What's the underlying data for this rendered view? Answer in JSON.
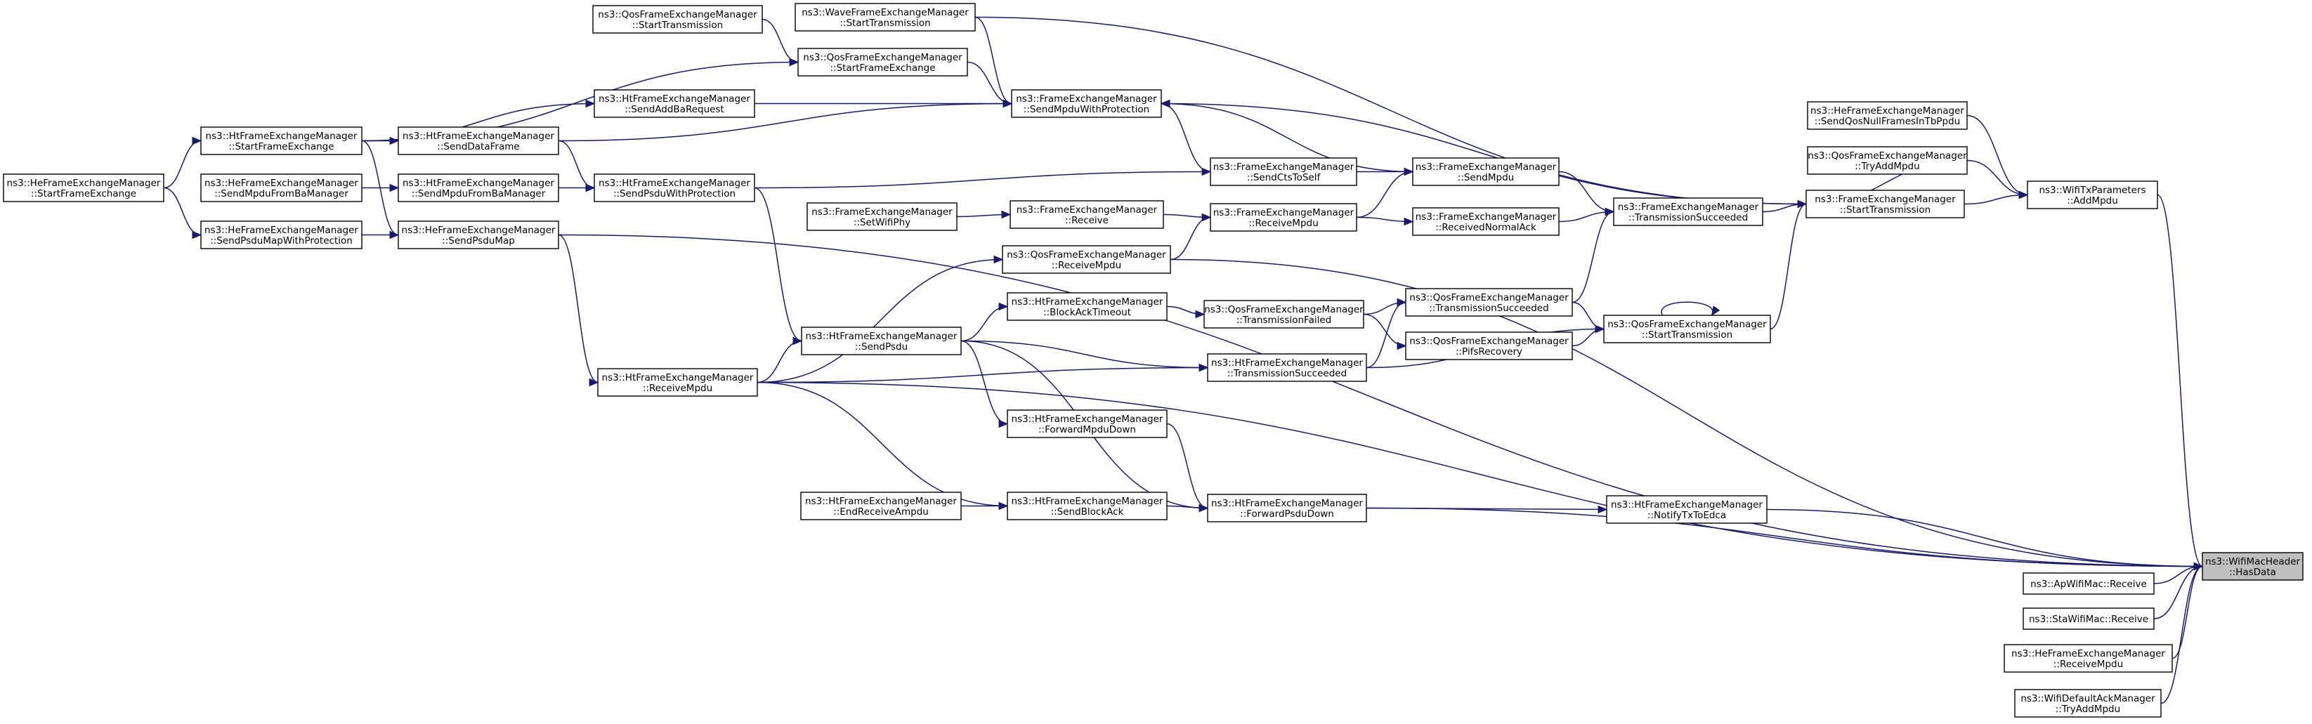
{
  "graph": {
    "title": "",
    "nodes": [
      {
        "id": "target",
        "lines": [
          "ns3::WifiMacHeader",
          "::HasData"
        ],
        "highlight": true
      },
      {
        "id": "ap_recv",
        "lines": [
          "ns3::ApWifiMac::Receive"
        ]
      },
      {
        "id": "sta_recv",
        "lines": [
          "ns3::StaWifiMac::Receive"
        ]
      },
      {
        "id": "he_recvmpdu",
        "lines": [
          "ns3::HeFrameExchangeManager",
          "::ReceiveMpdu"
        ]
      },
      {
        "id": "wdam_tryadd",
        "lines": [
          "ns3::WifiDefaultAckManager",
          "::TryAddMpdu"
        ]
      },
      {
        "id": "txparams_add",
        "lines": [
          "ns3::WifiTxParameters",
          "::AddMpdu"
        ]
      },
      {
        "id": "he_sendqos",
        "lines": [
          "ns3::HeFrameExchangeManager",
          "::SendQosNullFramesInTbPpdu"
        ]
      },
      {
        "id": "qos_tryadd",
        "lines": [
          "ns3::QosFrameExchangeManager",
          "::TryAddMpdu"
        ]
      },
      {
        "id": "fem_start",
        "lines": [
          "ns3::FrameExchangeManager",
          "::StartTransmission"
        ]
      },
      {
        "id": "fem_txsucc",
        "lines": [
          "ns3::FrameExchangeManager",
          "::TransmissionSucceeded"
        ]
      },
      {
        "id": "qos_start",
        "lines": [
          "ns3::QosFrameExchangeManager",
          "::StartTransmission"
        ]
      },
      {
        "id": "ht_notify",
        "lines": [
          "ns3::HtFrameExchangeManager",
          "::NotifyTxToEdca"
        ]
      },
      {
        "id": "fem_sendmpdu",
        "lines": [
          "ns3::FrameExchangeManager",
          "::SendMpdu"
        ]
      },
      {
        "id": "fem_recvack",
        "lines": [
          "ns3::FrameExchangeManager",
          "::ReceivedNormalAck"
        ]
      },
      {
        "id": "qos_txsucc",
        "lines": [
          "ns3::QosFrameExchangeManager",
          "::TransmissionSucceeded"
        ]
      },
      {
        "id": "qos_pifs",
        "lines": [
          "ns3::QosFrameExchangeManager",
          "::PifsRecovery"
        ]
      },
      {
        "id": "fem_sendcts",
        "lines": [
          "ns3::FrameExchangeManager",
          "::SendCtsToSelf"
        ]
      },
      {
        "id": "fem_recvmpdu",
        "lines": [
          "ns3::FrameExchangeManager",
          "::ReceiveMpdu"
        ]
      },
      {
        "id": "qos_txfail",
        "lines": [
          "ns3::QosFrameExchangeManager",
          "::TransmissionFailed"
        ]
      },
      {
        "id": "ht_txsucc",
        "lines": [
          "ns3::HtFrameExchangeManager",
          "::TransmissionSucceeded"
        ]
      },
      {
        "id": "ht_fwdpsdu",
        "lines": [
          "ns3::HtFrameExchangeManager",
          "::ForwardPsduDown"
        ]
      },
      {
        "id": "wave_start",
        "lines": [
          "ns3::WaveFrameExchangeManager",
          "::StartTransmission"
        ]
      },
      {
        "id": "fem_sendprot",
        "lines": [
          "ns3::FrameExchangeManager",
          "::SendMpduWithProtection"
        ]
      },
      {
        "id": "fem_receive",
        "lines": [
          "ns3::FrameExchangeManager",
          "::Receive"
        ]
      },
      {
        "id": "qos_recvmpdu",
        "lines": [
          "ns3::QosFrameExchangeManager",
          "::ReceiveMpdu"
        ]
      },
      {
        "id": "ht_bato",
        "lines": [
          "ns3::HtFrameExchangeManager",
          "::BlockAckTimeout"
        ]
      },
      {
        "id": "ht_fwdmpdu",
        "lines": [
          "ns3::HtFrameExchangeManager",
          "::ForwardMpduDown"
        ]
      },
      {
        "id": "ht_sendba",
        "lines": [
          "ns3::HtFrameExchangeManager",
          "::SendBlockAck"
        ]
      },
      {
        "id": "qos_startfe",
        "lines": [
          "ns3::QosFrameExchangeManager",
          "::StartFrameExchange"
        ]
      },
      {
        "id": "qos_start2",
        "lines": [
          "ns3::QosFrameExchangeManager",
          "::StartTransmission"
        ]
      },
      {
        "id": "fem_setphy",
        "lines": [
          "ns3::FrameExchangeManager",
          "::SetWifiPhy"
        ]
      },
      {
        "id": "ht_endrecv",
        "lines": [
          "ns3::HtFrameExchangeManager",
          "::EndReceiveAmpdu"
        ]
      },
      {
        "id": "ht_sendpsdu",
        "lines": [
          "ns3::HtFrameExchangeManager",
          "::SendPsdu"
        ]
      },
      {
        "id": "ht_addba",
        "lines": [
          "ns3::HtFrameExchangeManager",
          "::SendAddBaRequest"
        ]
      },
      {
        "id": "ht_sendpsduprot",
        "lines": [
          "ns3::HtFrameExchangeManager",
          "::SendPsduWithProtection"
        ]
      },
      {
        "id": "ht_recvmpdu",
        "lines": [
          "ns3::HtFrameExchangeManager",
          "::ReceiveMpdu"
        ]
      },
      {
        "id": "ht_senddata",
        "lines": [
          "ns3::HtFrameExchangeManager",
          "::SendDataFrame"
        ]
      },
      {
        "id": "ht_sendfromba",
        "lines": [
          "ns3::HtFrameExchangeManager",
          "::SendMpduFromBaManager"
        ]
      },
      {
        "id": "he_sendpsdumap",
        "lines": [
          "ns3::HeFrameExchangeManager",
          "::SendPsduMap"
        ]
      },
      {
        "id": "ht_startfe",
        "lines": [
          "ns3::HtFrameExchangeManager",
          "::StartFrameExchange"
        ]
      },
      {
        "id": "he_sendfromba",
        "lines": [
          "ns3::HeFrameExchangeManager",
          "::SendMpduFromBaManager"
        ]
      },
      {
        "id": "he_sendmapprot",
        "lines": [
          "ns3::HeFrameExchangeManager",
          "::SendPsduMapWithProtection"
        ]
      },
      {
        "id": "he_startfe",
        "lines": [
          "ns3::HeFrameExchangeManager",
          "::StartFrameExchange"
        ]
      }
    ],
    "edges": [
      [
        "ap_recv",
        "target"
      ],
      [
        "sta_recv",
        "target"
      ],
      [
        "he_recvmpdu",
        "target"
      ],
      [
        "wdam_tryadd",
        "target"
      ],
      [
        "txparams_add",
        "target"
      ],
      [
        "ht_notify",
        "target"
      ],
      [
        "ht_fwdpsdu",
        "target"
      ],
      [
        "qos_recvmpdu",
        "target"
      ],
      [
        "ht_recvmpdu",
        "target"
      ],
      [
        "he_sendpsdumap",
        "target"
      ],
      [
        "he_sendqos",
        "txparams_add"
      ],
      [
        "qos_tryadd",
        "txparams_add"
      ],
      [
        "fem_start",
        "txparams_add"
      ],
      [
        "fem_txsucc",
        "fem_start"
      ],
      [
        "qos_start",
        "fem_start"
      ],
      [
        "qos_tryadd",
        "fem_start"
      ],
      [
        "wave_start",
        "fem_start"
      ],
      [
        "fem_sendmpdu",
        "fem_txsucc"
      ],
      [
        "fem_recvack",
        "fem_txsucc"
      ],
      [
        "qos_txsucc",
        "fem_txsucc"
      ],
      [
        "qos_start",
        "qos_start"
      ],
      [
        "qos_txsucc",
        "qos_start"
      ],
      [
        "qos_pifs",
        "qos_start"
      ],
      [
        "ht_txsucc",
        "qos_start"
      ],
      [
        "ht_fwdpsdu",
        "ht_notify"
      ],
      [
        "fem_sendcts",
        "fem_sendmpdu"
      ],
      [
        "fem_recvmpdu",
        "fem_sendmpdu"
      ],
      [
        "fem_recvmpdu",
        "fem_recvack"
      ],
      [
        "qos_txfail",
        "qos_txsucc"
      ],
      [
        "ht_txsucc",
        "qos_txsucc"
      ],
      [
        "qos_txfail",
        "qos_pifs"
      ],
      [
        "fem_sendmpdu",
        "fem_sendprot"
      ],
      [
        "fem_sendcts",
        "fem_sendprot"
      ],
      [
        "fem_start",
        "fem_sendprot"
      ],
      [
        "fem_receive",
        "fem_recvmpdu"
      ],
      [
        "qos_recvmpdu",
        "fem_recvmpdu"
      ],
      [
        "ht_bato",
        "qos_txfail"
      ],
      [
        "ht_sendpsdu",
        "ht_txsucc"
      ],
      [
        "ht_recvmpdu",
        "ht_txsucc"
      ],
      [
        "ht_sendba",
        "ht_fwdpsdu"
      ],
      [
        "ht_fwdmpdu",
        "ht_fwdpsdu"
      ],
      [
        "ht_sendpsdu",
        "ht_fwdpsdu"
      ],
      [
        "wave_start",
        "fem_sendprot"
      ],
      [
        "qos_startfe",
        "fem_sendprot"
      ],
      [
        "ht_addba",
        "fem_sendprot"
      ],
      [
        "ht_senddata",
        "fem_sendprot"
      ],
      [
        "fem_setphy",
        "fem_receive"
      ],
      [
        "ht_recvmpdu",
        "qos_recvmpdu"
      ],
      [
        "ht_sendpsdu",
        "ht_bato"
      ],
      [
        "ht_sendpsdu",
        "ht_fwdmpdu"
      ],
      [
        "ht_endrecv",
        "ht_sendba"
      ],
      [
        "ht_recvmpdu",
        "ht_sendba"
      ],
      [
        "qos_start2",
        "qos_startfe"
      ],
      [
        "ht_startfe",
        "qos_startfe"
      ],
      [
        "ht_sendpsduprot",
        "ht_sendpsdu"
      ],
      [
        "ht_recvmpdu",
        "ht_sendpsdu"
      ],
      [
        "ht_startfe",
        "ht_addba"
      ],
      [
        "ht_senddata",
        "ht_sendpsduprot"
      ],
      [
        "ht_sendfromba",
        "ht_sendpsduprot"
      ],
      [
        "ht_sendpsduprot",
        "fem_sendcts"
      ],
      [
        "he_sendpsdumap",
        "ht_recvmpdu"
      ],
      [
        "ht_startfe",
        "ht_senddata"
      ],
      [
        "he_startfe",
        "ht_startfe"
      ],
      [
        "he_sendfromba",
        "ht_sendfromba"
      ],
      [
        "he_sendmapprot",
        "he_sendpsdumap"
      ],
      [
        "he_startfe",
        "he_sendmapprot"
      ],
      [
        "ht_startfe",
        "he_sendpsdumap"
      ]
    ]
  }
}
